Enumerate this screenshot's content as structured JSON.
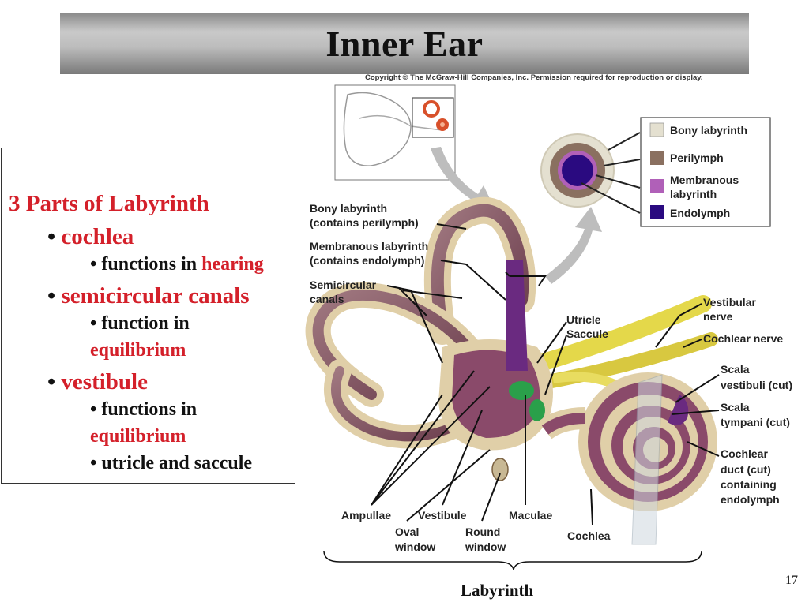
{
  "slide": {
    "title": "Inner Ear",
    "number": "17"
  },
  "text_box": {
    "heading": "3 Parts of Labyrinth",
    "bullets": [
      {
        "label": "cochlea",
        "sub": [
          "functions in",
          "hearing"
        ]
      },
      {
        "label": "semicircular canals",
        "sub": [
          "function in",
          "equilibrium"
        ]
      },
      {
        "label": "vestibule",
        "sub": [
          "functions in",
          "equilibrium",
          "utricle and saccule"
        ]
      }
    ]
  },
  "diagram": {
    "copyright": "Copyright © The McGraw-Hill Companies, Inc. Permission required for reproduction or display.",
    "legend": [
      {
        "label": "Bony labyrinth",
        "color": "#e4e0d0"
      },
      {
        "label": "Perilymph",
        "color": "#8a7060"
      },
      {
        "label": "Membranous labyrinth",
        "color": "#b060b8"
      },
      {
        "label": "Endolymph",
        "color": "#2a0a80"
      }
    ],
    "labels": {
      "bony": [
        "Bony labyrinth",
        "(contains perilymph)"
      ],
      "membranous": [
        "Membranous labyrinth",
        "(contains endolymph)"
      ],
      "semicircular": [
        "Semicircular",
        "canals"
      ],
      "utricle": "Utricle",
      "saccule": "Saccule",
      "vestibular_nerve": [
        "Vestibular",
        "nerve"
      ],
      "cochlear_nerve": "Cochlear nerve",
      "scala_vestibuli": [
        "Scala",
        "vestibuli (cut)"
      ],
      "scala_tympani": [
        "Scala",
        "tympani (cut)"
      ],
      "cochlear_duct": [
        "Cochlear",
        "duct (cut)",
        "containing",
        "endolymph"
      ],
      "ampullae": "Ampullae",
      "oval_window": [
        "Oval",
        "window"
      ],
      "vestibule": "Vestibule",
      "round_window": [
        "Round",
        "window"
      ],
      "maculae": "Maculae",
      "cochlea": "Cochlea"
    },
    "caption": "Labyrinth"
  }
}
